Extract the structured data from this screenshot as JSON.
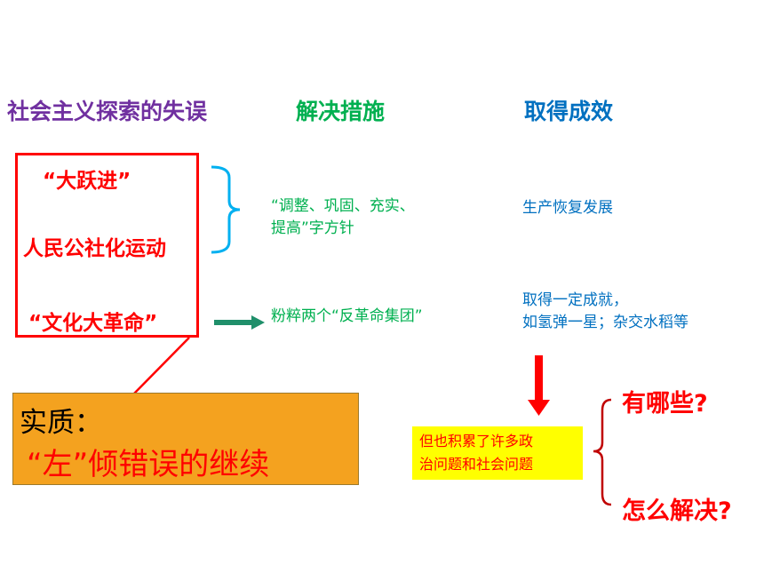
{
  "headers": {
    "mistakes": "社会主义探索的失误",
    "measures": "解决措施",
    "achievements": "取得成效"
  },
  "mistakes": [
    "“大跃进”",
    "人民公社化运动",
    "“文化大革命”"
  ],
  "measures": {
    "first_line1": "“调整、巩固、充实、",
    "first_line2": "提高”字方针",
    "second": "粉粹两个“反革命集团”"
  },
  "achievements": {
    "first": "生产恢复发展",
    "second_line1": "取得一定成就，",
    "second_line2": "如氢弹一星；杂交水稻等"
  },
  "essence": {
    "title": "实质：",
    "text": "“左”倾错误的继续"
  },
  "problems": {
    "line1": "但也积累了许多政",
    "line2": "治问题和社会问题"
  },
  "questions": {
    "what": "有哪些?",
    "how": "怎么解决?"
  },
  "colors": {
    "header_mistakes": "#7030a0",
    "header_measures": "#00b050",
    "header_achievements": "#0070c0",
    "mistake_text": "#ff0000",
    "essence_bg": "#f4a21f",
    "problem_bg": "#ffff00",
    "brace": "#00b0f0",
    "arrow_green": "#1f8f6a"
  }
}
